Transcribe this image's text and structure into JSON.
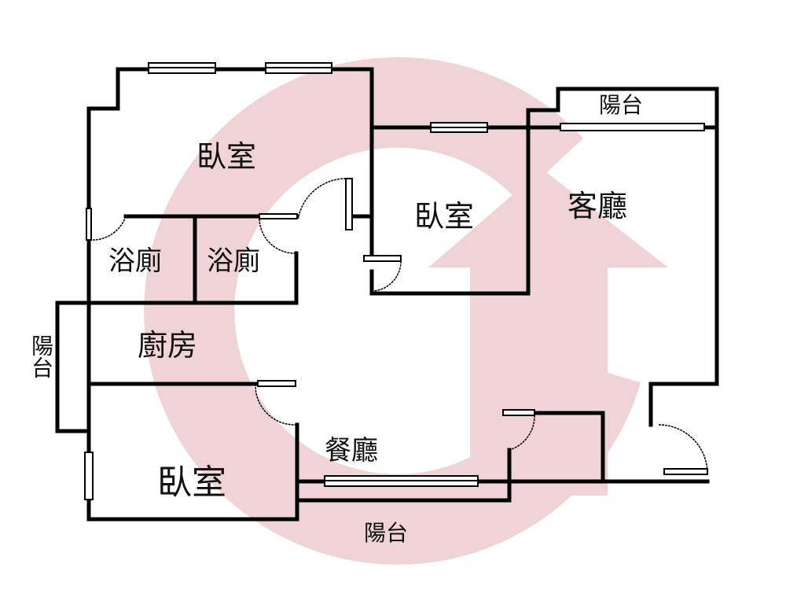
{
  "plan": {
    "rooms": {
      "bedroom_top_left": "臥室",
      "bedroom_middle": "臥室",
      "bedroom_bottom": "臥室",
      "living_room": "客廳",
      "bathroom_left": "浴廁",
      "bathroom_right": "浴廁",
      "kitchen": "廚房",
      "dining_room": "餐廳",
      "balcony_top_right": "陽台",
      "balcony_left": "陽台",
      "balcony_bottom": "陽台"
    }
  },
  "colors": {
    "wall": "#000000",
    "watermark": "#efd3d6",
    "background": "#ffffff"
  },
  "watermark_icon": "circular-arrow-logo"
}
